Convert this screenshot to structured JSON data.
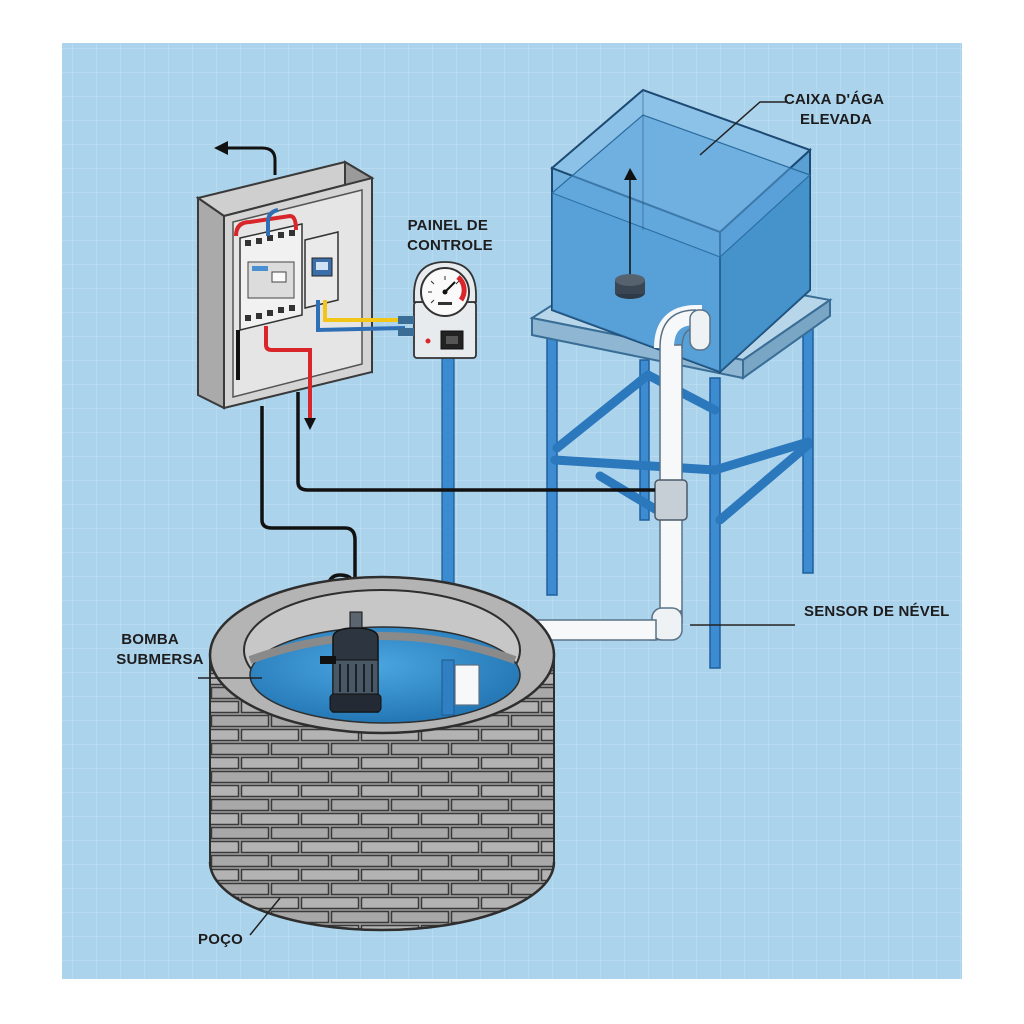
{
  "labels": {
    "tank": [
      "CAIXA D'ÁGA",
      "ELEVADA"
    ],
    "panel": [
      "PAINEL DE",
      "CONTROLE"
    ],
    "sensor": "SENSOR DE NÉVEL",
    "pump": [
      "BOMBA",
      "SUBMERSA"
    ],
    "well": "POÇO"
  },
  "colors": {
    "background": "#ffffff",
    "blueprint": "#acd3ec",
    "grid": "#c3e0f2",
    "water": "#3f93cf",
    "pipe_white": "#f6f8fa",
    "stone": "#9c9c9c",
    "cable": "#111111",
    "wire_red": "#d9262b",
    "wire_yellow": "#f2c618",
    "wire_blue": "#2f6fb5"
  },
  "icons": [
    "cable-arrow-icon",
    "pressure-gauge-icon",
    "float-switch-icon",
    "submersible-pump-icon"
  ]
}
